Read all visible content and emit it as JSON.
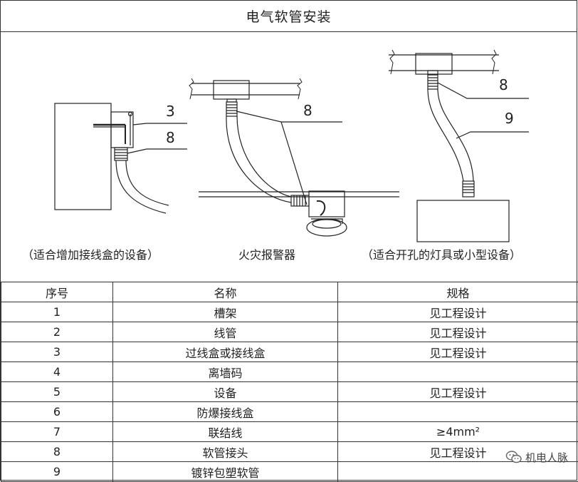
{
  "title": "电气软管安装",
  "figures": {
    "left": {
      "caption": "（适合增加接线盒的设备）",
      "callouts": [
        "3",
        "8"
      ]
    },
    "center": {
      "caption": "火灾报警器",
      "callouts": [
        "8"
      ]
    },
    "right": {
      "caption": "（适合开孔的灯具或小型设备）",
      "callouts": [
        "8",
        "9"
      ]
    }
  },
  "table": {
    "headers": [
      "序号",
      "名称",
      "规格"
    ],
    "rows": [
      [
        "1",
        "槽架",
        "见工程设计"
      ],
      [
        "2",
        "线管",
        "见工程设计"
      ],
      [
        "3",
        "过线盒或接线盒",
        "见工程设计"
      ],
      [
        "4",
        "离墙码",
        ""
      ],
      [
        "5",
        "设备",
        "见工程设计"
      ],
      [
        "6",
        "防爆接线盒",
        ""
      ],
      [
        "7",
        "联结线",
        "≥4mm²"
      ],
      [
        "8",
        "软管接头",
        "见工程设计"
      ],
      [
        "9",
        "镀锌包塑软管",
        ""
      ]
    ]
  },
  "watermark": {
    "text": "机电人脉",
    "icon": "wechat-icon"
  }
}
